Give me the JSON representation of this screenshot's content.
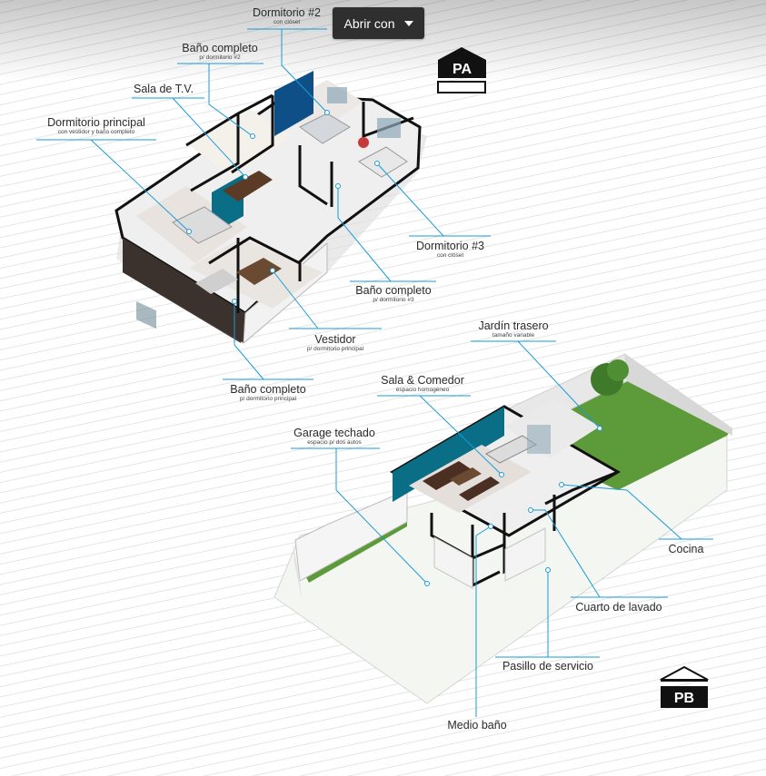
{
  "toolbar": {
    "open_with_label": "Abrir con"
  },
  "badges": {
    "upper": "PA",
    "lower": "PB"
  },
  "colors": {
    "leader": "#1a9bd7",
    "wall": "#111111",
    "accent_wall_blue": "#0d4f86",
    "accent_wall_teal": "#0a6e86",
    "lawn": "#5d9a3a"
  },
  "labels": {
    "dormitorio2": {
      "title": "Dormitorio #2",
      "sub": "con clóset"
    },
    "bano_d2": {
      "title": "Baño completo",
      "sub": "p/ dormitorio #2"
    },
    "sala_tv": {
      "title": "Sala de T.V."
    },
    "dorm_principal": {
      "title": "Dormitorio principal",
      "sub": "con vestidor y baño completo"
    },
    "dormitorio3": {
      "title": "Dormitorio #3",
      "sub": "con clóset"
    },
    "bano_d3": {
      "title": "Baño completo",
      "sub": "p/ dormitorio #3"
    },
    "vestidor": {
      "title": "Vestidor",
      "sub": "p/ dormitorio principal"
    },
    "bano_principal": {
      "title": "Baño completo",
      "sub": "p/ dormitorio principal"
    },
    "jardin": {
      "title": "Jardín trasero",
      "sub": "tamaño variable"
    },
    "sala_comedor": {
      "title": "Sala & Comedor",
      "sub": "espacio homogéneo"
    },
    "garage": {
      "title": "Garage techado",
      "sub": "espacio p/ dos autos"
    },
    "cocina": {
      "title": "Cocina"
    },
    "lavado": {
      "title": "Cuarto de lavado"
    },
    "pasillo": {
      "title": "Pasillo de servicio"
    },
    "medio_bano": {
      "title": "Medio baño"
    }
  }
}
